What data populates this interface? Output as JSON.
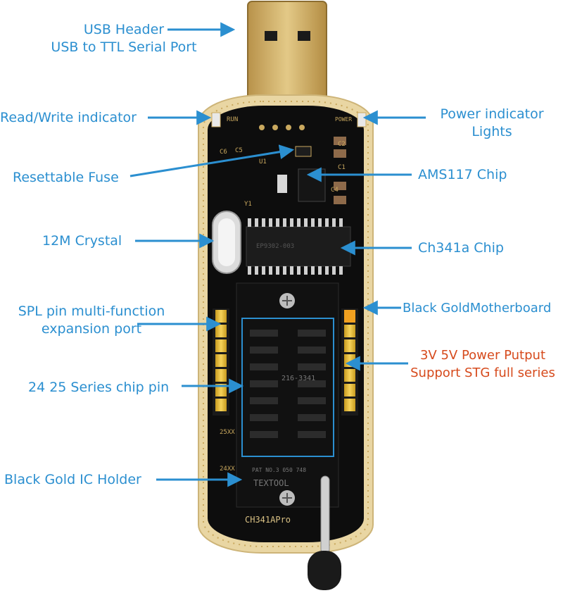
{
  "labels": {
    "usb_header": [
      "USB Header",
      "USB to TTL Serial Port"
    ],
    "rw_indicator": "Read/Write indicator",
    "power_indicator": [
      "Power indicator",
      "Lights"
    ],
    "resettable_fuse": "Resettable Fuse",
    "ams_chip": "AMS117 Chip",
    "crystal": "12M Crystal",
    "ch341a_chip": "Ch341a Chip",
    "spl_pin": [
      "SPL pin multi-function",
      "expansion port"
    ],
    "black_gold_motherboard": "Black GoldMotherboard",
    "power_output": [
      "3V 5V Power Putput",
      "Support STG full series"
    ],
    "series_chip_pin": "24 25 Series chip pin",
    "ic_holder": "Black Gold IC Holder"
  },
  "board_silkscreen": {
    "run": "RUN",
    "power": "POWER",
    "c6": "C6",
    "c5": "C5",
    "c2": "C2",
    "c1": "C1",
    "c4": "C4",
    "y1": "Y1",
    "u1": "U1",
    "chip_marking": "EP9302-003",
    "socket_marking": "216-3341",
    "brand": "TEXTOOL",
    "patent": "PAT NO.3 050 748",
    "xx25": "25XX",
    "xx24": "24XX",
    "model": "CH341APro"
  },
  "colors": {
    "label_blue": "#2b8fd0",
    "label_red": "#d64a1c",
    "board_gold": "#e9d6a3",
    "board_black": "#0d0d0d",
    "usb_gold": "#c9a85e",
    "header_yellow": "#f2c232"
  }
}
